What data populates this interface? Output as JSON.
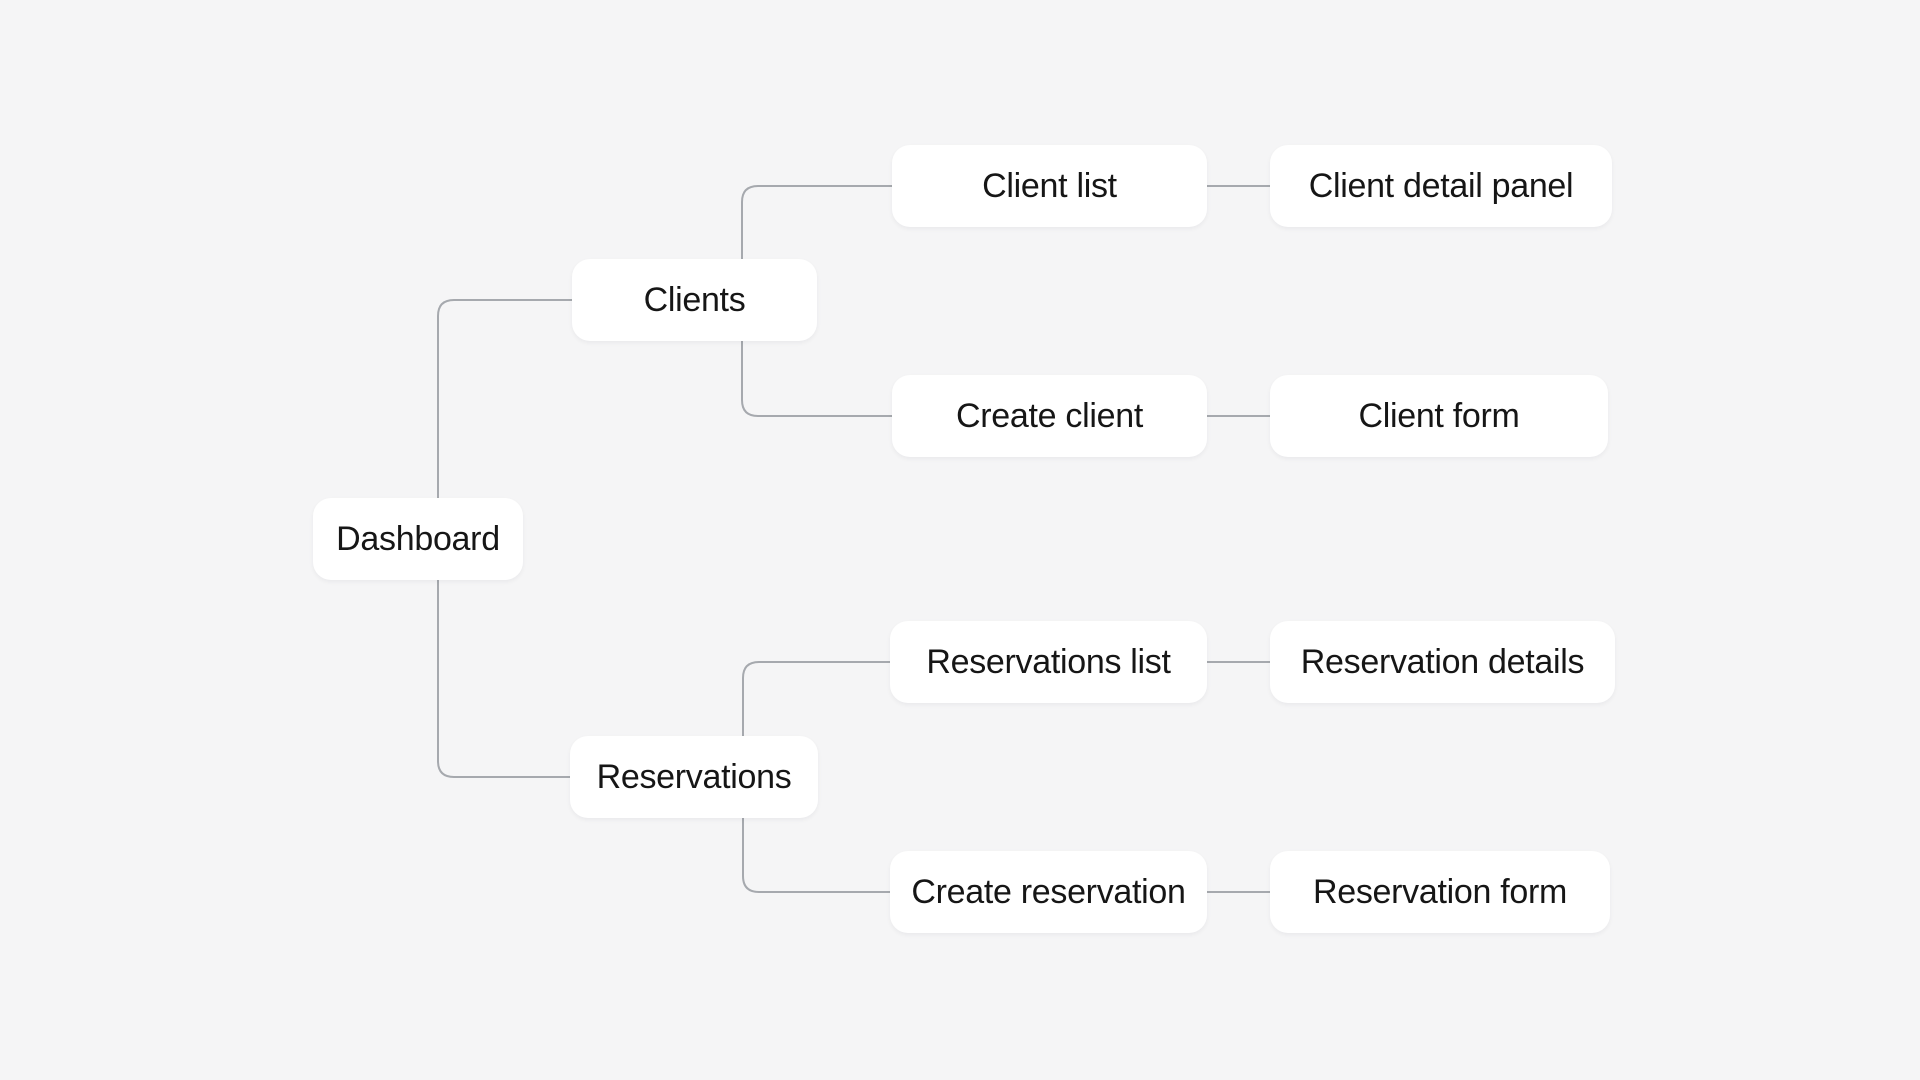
{
  "diagram": {
    "colors": {
      "background": "#f5f5f6",
      "node_fill": "#ffffff",
      "node_text": "#161616",
      "connector": "#a6a9ae"
    },
    "nodes": [
      {
        "id": "dashboard",
        "label": "Dashboard"
      },
      {
        "id": "clients",
        "label": "Clients"
      },
      {
        "id": "client-list",
        "label": "Client list"
      },
      {
        "id": "client-detail-panel",
        "label": "Client detail panel"
      },
      {
        "id": "create-client",
        "label": "Create client"
      },
      {
        "id": "client-form",
        "label": "Client form"
      },
      {
        "id": "reservations",
        "label": "Reservations"
      },
      {
        "id": "reservations-list",
        "label": "Reservations list"
      },
      {
        "id": "reservation-details",
        "label": "Reservation details"
      },
      {
        "id": "create-reservation",
        "label": "Create reservation"
      },
      {
        "id": "reservation-form",
        "label": "Reservation form"
      }
    ],
    "edges": [
      {
        "from": "dashboard",
        "to": "clients"
      },
      {
        "from": "dashboard",
        "to": "reservations"
      },
      {
        "from": "clients",
        "to": "client-list"
      },
      {
        "from": "clients",
        "to": "create-client"
      },
      {
        "from": "client-list",
        "to": "client-detail-panel"
      },
      {
        "from": "create-client",
        "to": "client-form"
      },
      {
        "from": "reservations",
        "to": "reservations-list"
      },
      {
        "from": "reservations",
        "to": "create-reservation"
      },
      {
        "from": "reservations-list",
        "to": "reservation-details"
      },
      {
        "from": "create-reservation",
        "to": "reservation-form"
      }
    ]
  }
}
